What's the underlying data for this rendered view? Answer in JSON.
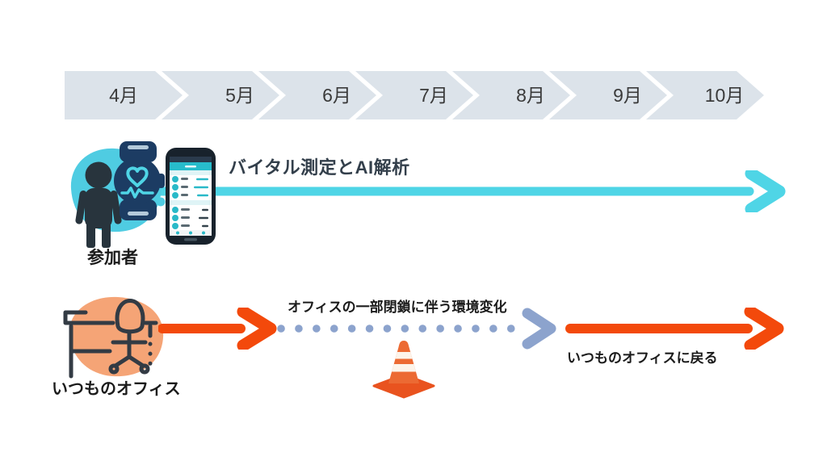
{
  "timeline": {
    "months": [
      "4月",
      "5月",
      "6月",
      "7月",
      "8月",
      "9月",
      "10月"
    ]
  },
  "vitals_track": {
    "title": "バイタル測定とAI解析",
    "participant_label": "参加者",
    "arrow_color": "#4fd5e6",
    "icons": {
      "participant": "person-silhouette",
      "watch": "smartwatch-heart-rate",
      "phone": "health-app-smartphone"
    }
  },
  "office_track": {
    "office_label": "いつものオフィス",
    "closure_label": "オフィスの一部閉鎖に伴う環境変化",
    "return_label": "いつものオフィスに戻る",
    "arrow_color": "#f3490b",
    "dotted_arrow_color": "#8ca3cd",
    "icons": {
      "office": "desk-and-chair",
      "closure": "traffic-cone"
    }
  },
  "colors": {
    "timeline_chevron_fill": "#dce3ea",
    "timeline_month_text": "#3a3a3a",
    "cyan_accent": "#4fd5e6",
    "orange_accent": "#f3490b",
    "periwinkle_accent": "#8ca3cd",
    "heading_text": "#333f4b"
  }
}
